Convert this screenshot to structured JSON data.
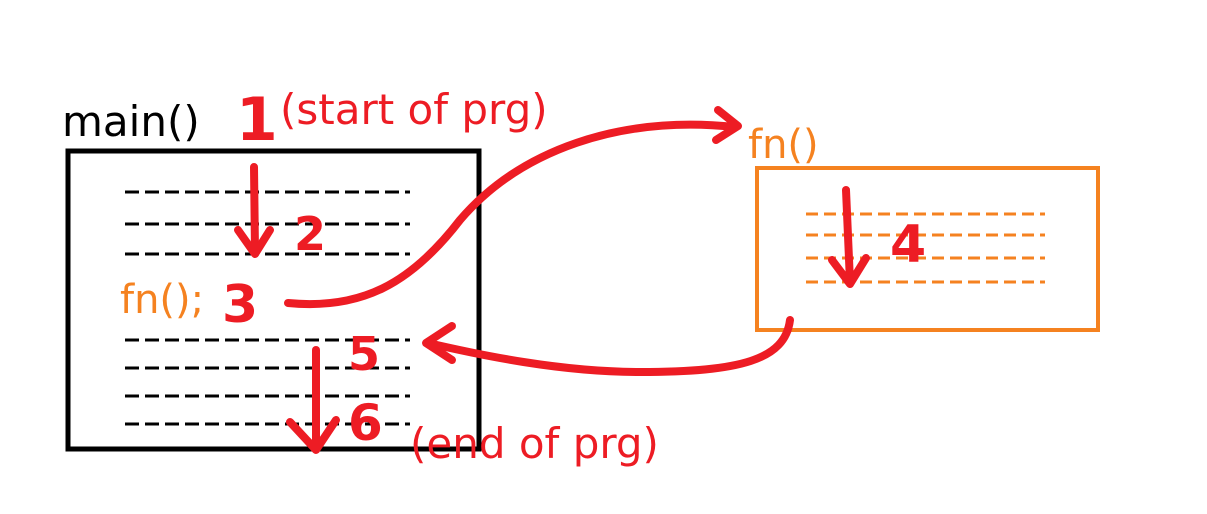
{
  "main": {
    "title": "main()",
    "call_text": "fn();",
    "box_color": "#000000",
    "dash_color": "#000000"
  },
  "fn": {
    "title": "fn()",
    "color": "#f58220"
  },
  "flow": {
    "color": "#ed1c24",
    "steps": [
      {
        "num": "1",
        "note": "(start of prg)"
      },
      {
        "num": "2",
        "note": ""
      },
      {
        "num": "3",
        "note": ""
      },
      {
        "num": "4",
        "note": ""
      },
      {
        "num": "5",
        "note": ""
      },
      {
        "num": "6",
        "note": "(end of prg)"
      }
    ]
  }
}
